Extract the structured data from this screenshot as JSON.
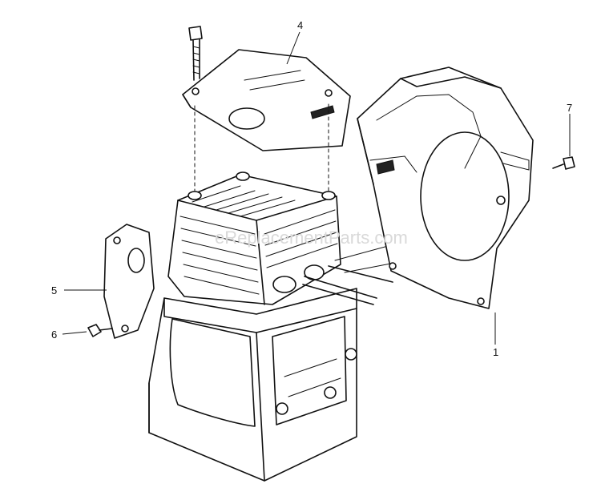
{
  "watermark": "eReplacementParts.com",
  "callouts": {
    "c1": "1",
    "c4": "4",
    "c5": "5",
    "c6": "6",
    "c7": "7"
  }
}
